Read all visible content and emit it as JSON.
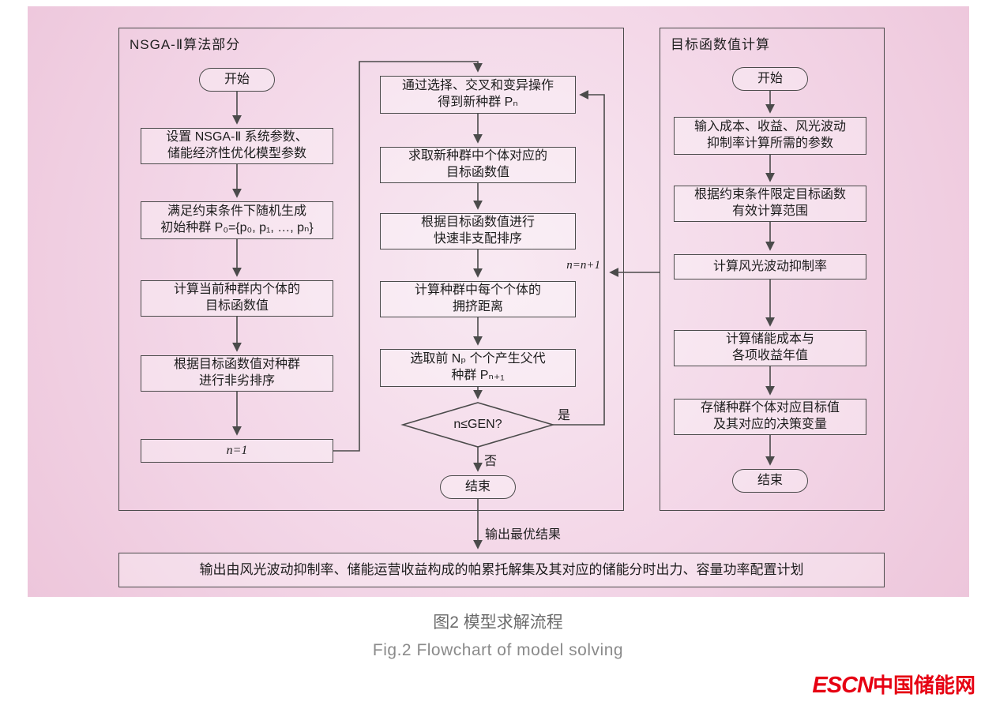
{
  "nsga_panel": {
    "title": "NSGA-Ⅱ算法部分",
    "left": {
      "start": "开始",
      "set_params": "设置 NSGA-Ⅱ 系统参数、\n储能经济性优化模型参数",
      "init_pop": "满足约束条件下随机生成\n初始种群 P₀={p₀, p₁, …, pₙ}",
      "calc_obj": "计算当前种群内个体的\n目标函数值",
      "nondom_sort": "根据目标函数值对种群\n进行非劣排序",
      "n1": "n=1"
    },
    "mid": {
      "new_pop": "通过选择、交叉和变异操作\n得到新种群 Pₙ",
      "obj_new": "求取新种群中个体对应的\n目标函数值",
      "fast_sort": "根据目标函数值进行\n快速非支配排序",
      "crowding": "计算种群中每个个体的\n拥挤距离",
      "select_parent": "选取前 Nₚ 个个产生父代\n种群 Pₙ₊₁",
      "decision": "n≤GEN?",
      "end": "结束"
    },
    "labels": {
      "yes": "是",
      "no": "否",
      "inc": "n=n+1"
    }
  },
  "obj_panel": {
    "title": "目标函数值计算",
    "nodes": {
      "start": "开始",
      "input": "输入成本、收益、风光波动\n抑制率计算所需的参数",
      "range": "根据约束条件限定目标函数\n有效计算范围",
      "suppress": "计算风光波动抑制率",
      "cost": "计算储能成本与\n各项收益年值",
      "store": "存储种群个体对应目标值\n及其对应的决策变量",
      "end": "结束"
    }
  },
  "output_label": "输出最优结果",
  "bottom_box": "输出由风光波动抑制率、储能运营收益构成的帕累托解集及其对应的储能分时出力、容量功率配置计划",
  "caption": {
    "zh": "图2  模型求解流程",
    "en": "Fig.2  Flowchart of model solving"
  },
  "logo": {
    "en": "ESCN",
    "zh": "中国储能网"
  }
}
